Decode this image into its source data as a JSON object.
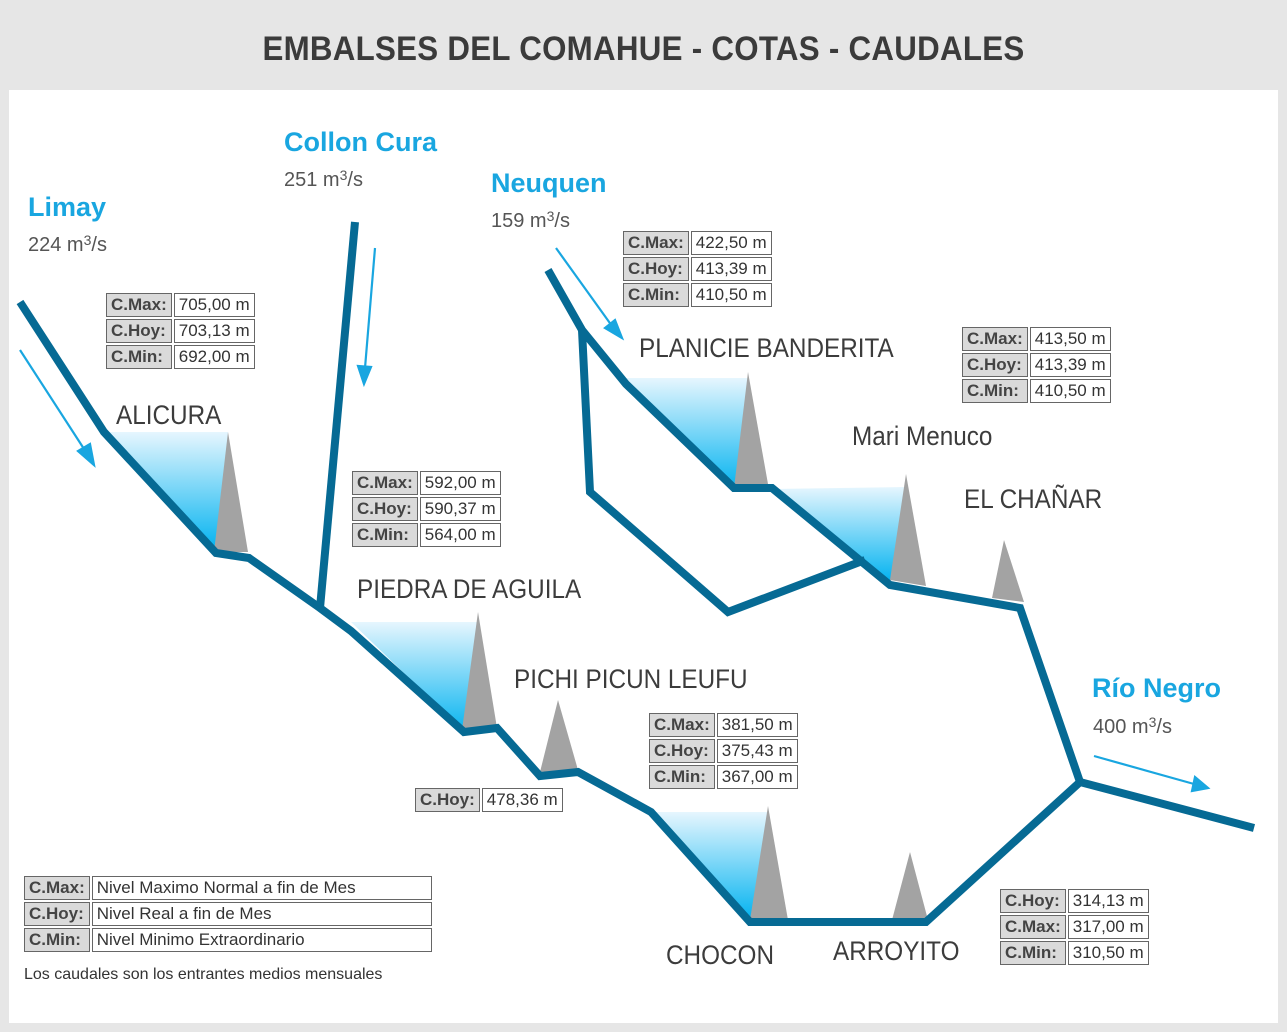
{
  "title": "EMBALSES DEL COMAHUE  - COTAS - CAUDALES",
  "rivers": {
    "limay": {
      "name": "Limay",
      "flow": "224 m",
      "unit": "3",
      "per": "/s"
    },
    "collon_cura": {
      "name": "Collon Cura",
      "flow": "251 m",
      "unit": "3",
      "per": "/s"
    },
    "neuquen": {
      "name": "Neuquen",
      "flow": "159 m",
      "unit": "3",
      "per": "/s"
    },
    "rio_negro": {
      "name": "Río Negro",
      "flow": "400 m",
      "unit": "3",
      "per": "/s"
    }
  },
  "dams": {
    "alicura": {
      "name": "ALICURA",
      "max_label": "C.Max:",
      "max": "705,00 m",
      "hoy_label": "C.Hoy:",
      "hoy": "703,13 m",
      "min_label": "C.Min:",
      "min": "692,00 m"
    },
    "piedra": {
      "name": "PIEDRA DE AGUILA",
      "max_label": "C.Max:",
      "max": "592,00 m",
      "hoy_label": "C.Hoy:",
      "hoy": "590,37 m",
      "min_label": "C.Min:",
      "min": "564,00 m"
    },
    "pichi": {
      "name": "PICHI PICUN LEUFU",
      "hoy_label": "C.Hoy:",
      "hoy": "478,36 m"
    },
    "chocon": {
      "name": "CHOCON",
      "max_label": "C.Max:",
      "max": "381,50 m",
      "hoy_label": "C.Hoy:",
      "hoy": "375,43 m",
      "min_label": "C.Min:",
      "min": "367,00 m"
    },
    "arroyito": {
      "name": "ARROYITO",
      "hoy_label": "C.Hoy:",
      "hoy": "314,13 m",
      "max_label": "C.Max:",
      "max": "317,00 m",
      "min_label": "C.Min:",
      "min": "310,50 m"
    },
    "planicie": {
      "name": "PLANICIE BANDERITA",
      "max_label": "C.Max:",
      "max": "422,50 m",
      "hoy_label": "C.Hoy:",
      "hoy": "413,39 m",
      "min_label": "C.Min:",
      "min": "410,50 m"
    },
    "mari_menuco": {
      "name": "Mari Menuco",
      "max_label": "C.Max:",
      "max": "413,50 m",
      "hoy_label": "C.Hoy:",
      "hoy": "413,39 m",
      "min_label": "C.Min:",
      "min": "410,50 m"
    },
    "el_chanar": {
      "name": "EL CHAÑAR"
    }
  },
  "legend": {
    "max_label": "C.Max:",
    "max_text": "Nivel Maximo Normal a fin de Mes",
    "hoy_label": "C.Hoy:",
    "hoy_text": "Nivel Real a fin de Mes",
    "min_label": "C.Min:",
    "min_text": "Nivel Minimo Extraordinario"
  },
  "note": "Los caudales son los entrantes medios mensuales",
  "colors": {
    "river": "#066a94",
    "water_light": "#e6f6fe",
    "water_dark": "#06b4f0",
    "dam": "#a3a3a3",
    "arrow": "#19a6e0",
    "header_bg": "#e6e6e6"
  }
}
